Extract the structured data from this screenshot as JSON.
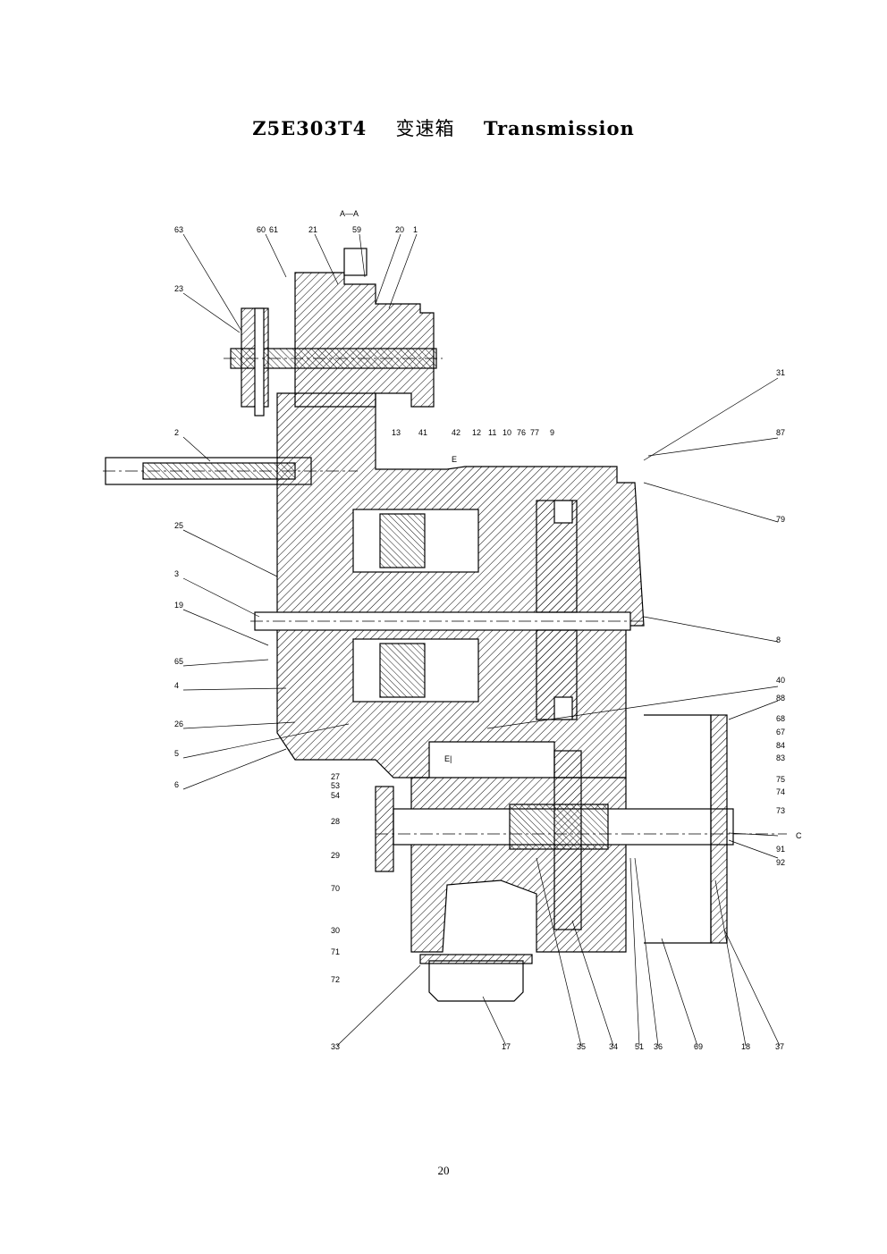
{
  "title": {
    "model": "Z5E303T4",
    "chinese": "变速箱",
    "english": "Transmission"
  },
  "section_label": "A—A",
  "view_marks": {
    "e_upper": "E",
    "e_lower": "E|",
    "c": "C"
  },
  "page_number": "20",
  "callouts_left": [
    "63",
    "23",
    "2",
    "25",
    "3",
    "19",
    "65",
    "4",
    "26",
    "5",
    "6"
  ],
  "callouts_top": [
    "60",
    "61",
    "21",
    "59",
    "20",
    "1"
  ],
  "callouts_top_mid": [
    "13",
    "41",
    "42",
    "12",
    "11",
    "10",
    "76",
    "77",
    "9"
  ],
  "callouts_right": [
    "31",
    "87",
    "79",
    "8",
    "40",
    "88",
    "68",
    "67",
    "84",
    "83",
    "75",
    "74",
    "73",
    "91",
    "92"
  ],
  "callouts_left_lower": [
    "27",
    "53",
    "54",
    "28",
    "29",
    "70",
    "30",
    "71",
    "72"
  ],
  "callouts_bottom": [
    "33",
    "17",
    "35",
    "34",
    "51",
    "36",
    "69",
    "18",
    "37"
  ]
}
